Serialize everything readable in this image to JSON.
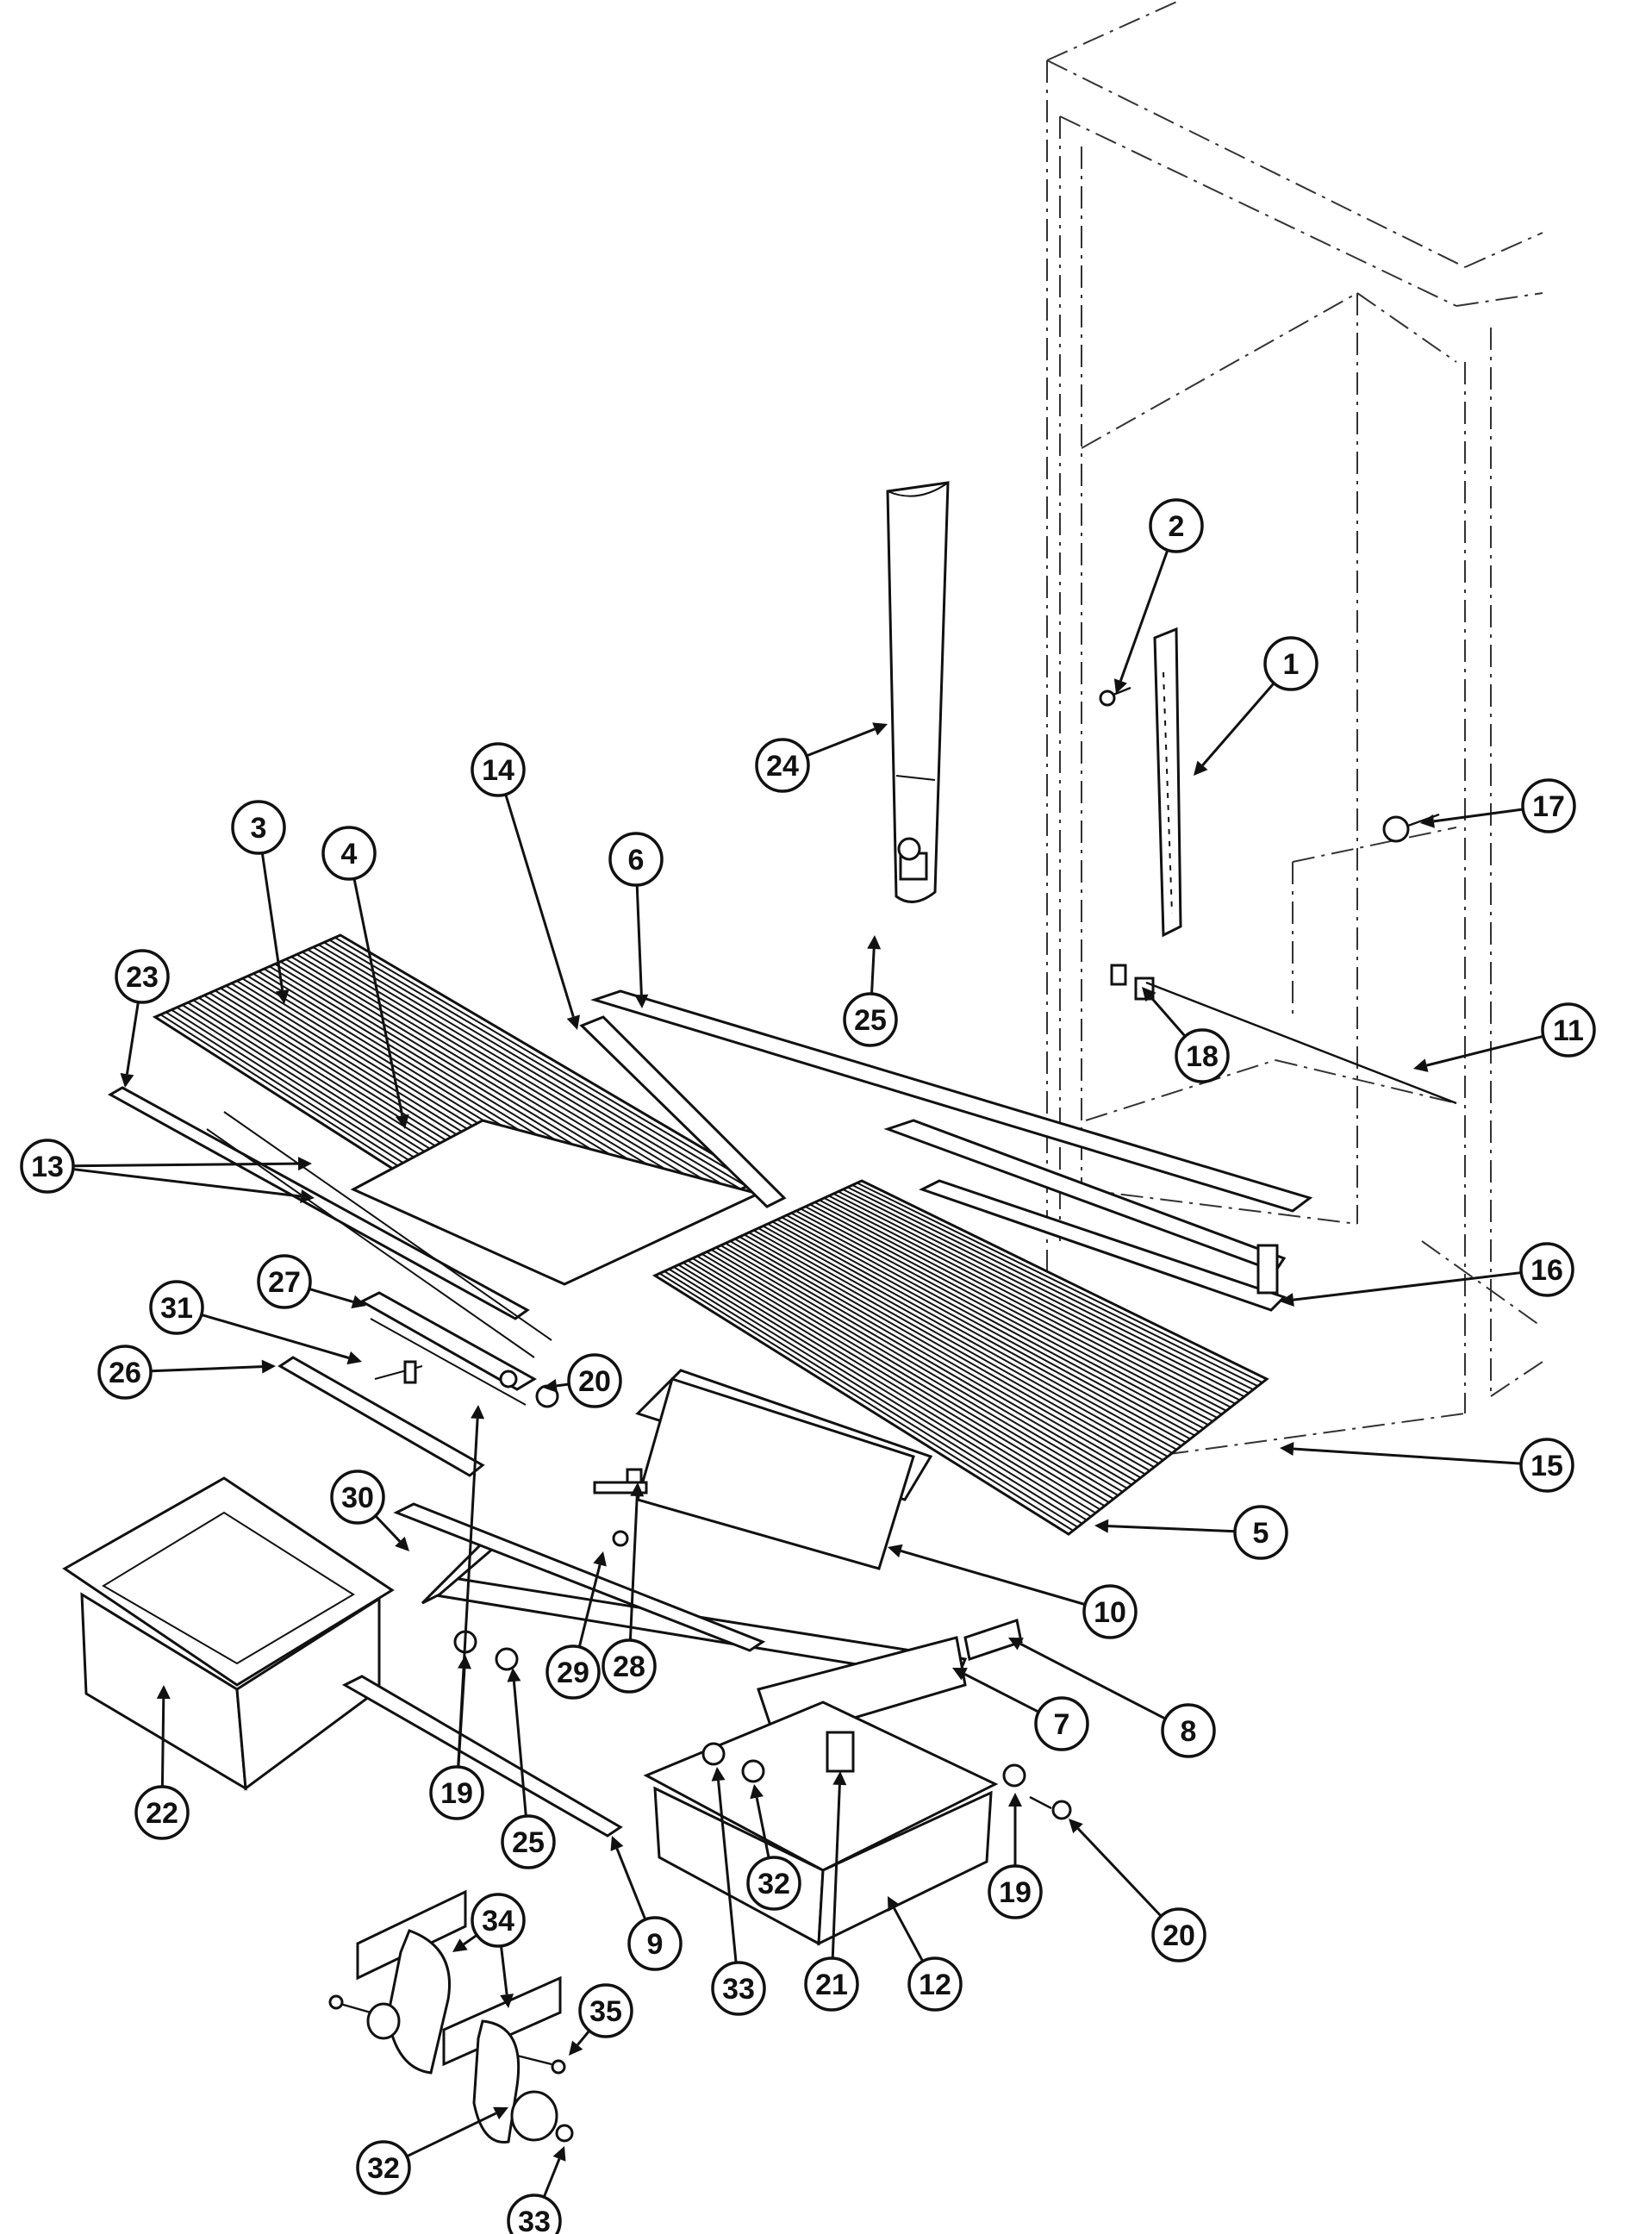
{
  "diagram": {
    "type": "exploded-parts-diagram",
    "callouts": [
      {
        "id": "c1",
        "label": "1"
      },
      {
        "id": "c2",
        "label": "2"
      },
      {
        "id": "c3",
        "label": "3"
      },
      {
        "id": "c4",
        "label": "4"
      },
      {
        "id": "c5",
        "label": "5"
      },
      {
        "id": "c6",
        "label": "6"
      },
      {
        "id": "c7",
        "label": "7"
      },
      {
        "id": "c8",
        "label": "8"
      },
      {
        "id": "c9",
        "label": "9"
      },
      {
        "id": "c10",
        "label": "10"
      },
      {
        "id": "c11",
        "label": "11"
      },
      {
        "id": "c12",
        "label": "12"
      },
      {
        "id": "c13",
        "label": "13"
      },
      {
        "id": "c14",
        "label": "14"
      },
      {
        "id": "c15",
        "label": "15"
      },
      {
        "id": "c16",
        "label": "16"
      },
      {
        "id": "c17",
        "label": "17"
      },
      {
        "id": "c18",
        "label": "18"
      },
      {
        "id": "c19a",
        "label": "19"
      },
      {
        "id": "c19b",
        "label": "19"
      },
      {
        "id": "c20a",
        "label": "20"
      },
      {
        "id": "c20b",
        "label": "20"
      },
      {
        "id": "c21",
        "label": "21"
      },
      {
        "id": "c22",
        "label": "22"
      },
      {
        "id": "c23",
        "label": "23"
      },
      {
        "id": "c24",
        "label": "24"
      },
      {
        "id": "c25a",
        "label": "25"
      },
      {
        "id": "c25b",
        "label": "25"
      },
      {
        "id": "c26",
        "label": "26"
      },
      {
        "id": "c27",
        "label": "27"
      },
      {
        "id": "c28",
        "label": "28"
      },
      {
        "id": "c29",
        "label": "29"
      },
      {
        "id": "c30",
        "label": "30"
      },
      {
        "id": "c31",
        "label": "31"
      },
      {
        "id": "c32a",
        "label": "32"
      },
      {
        "id": "c32b",
        "label": "32"
      },
      {
        "id": "c33a",
        "label": "33"
      },
      {
        "id": "c33b",
        "label": "33"
      },
      {
        "id": "c34",
        "label": "34"
      },
      {
        "id": "c35",
        "label": "35"
      }
    ]
  }
}
